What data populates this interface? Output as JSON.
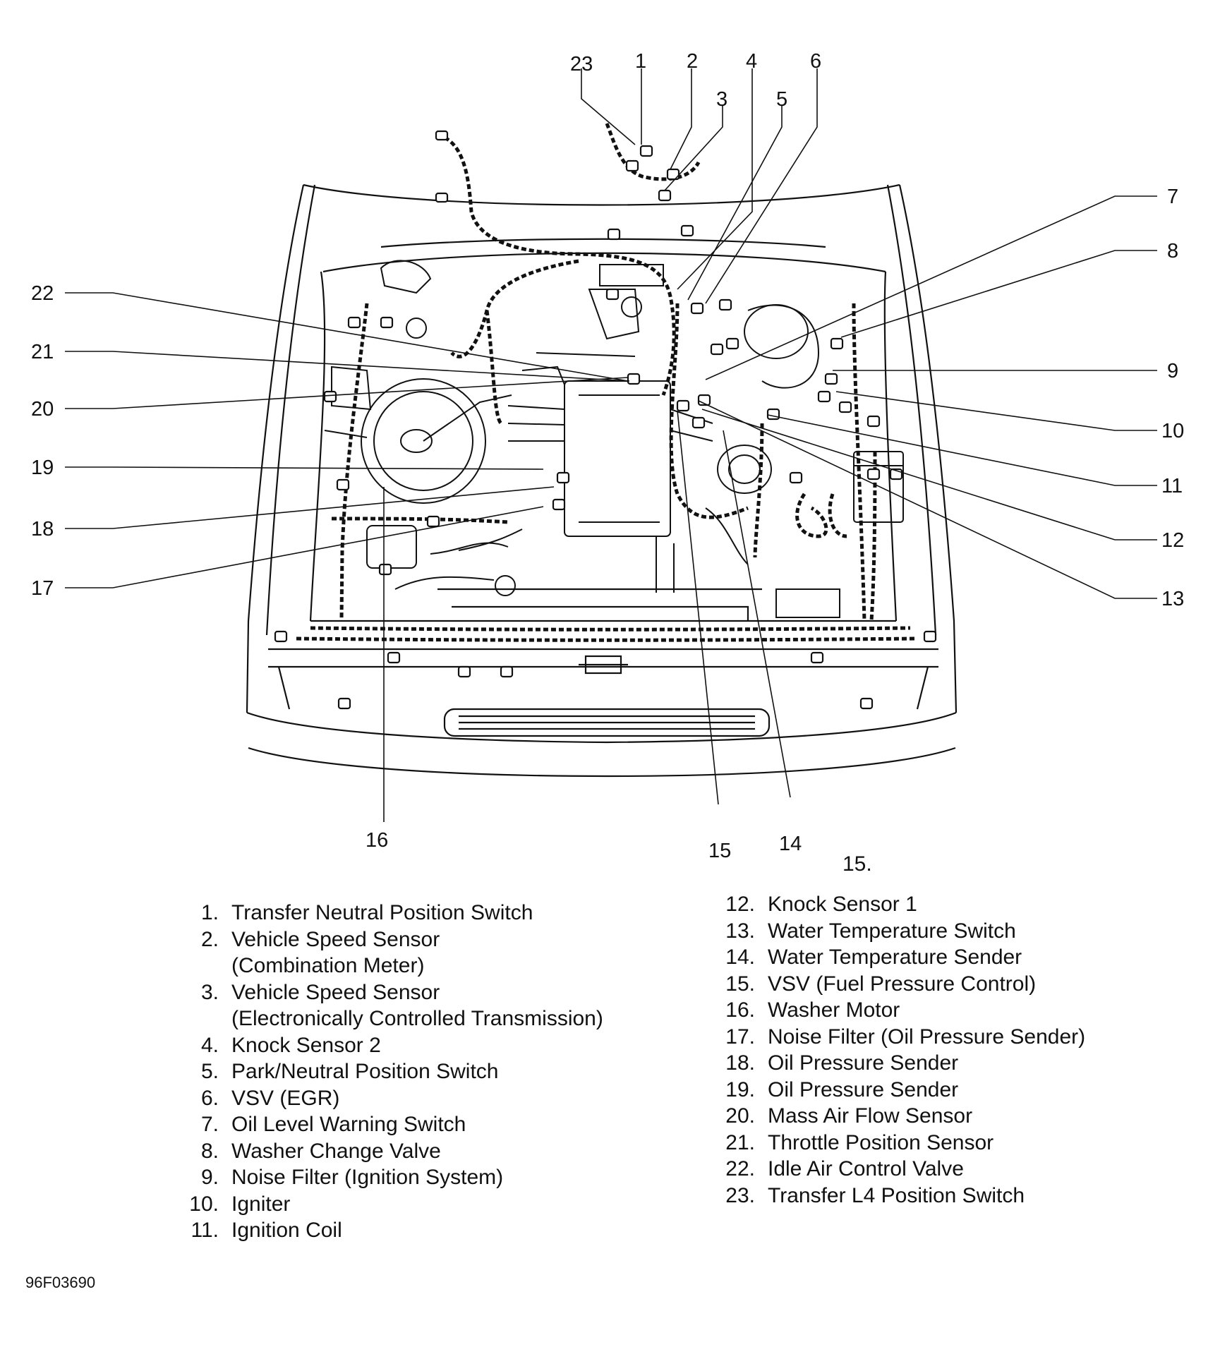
{
  "callouts": [
    "1",
    "2",
    "3",
    "4",
    "5",
    "6",
    "7",
    "8",
    "9",
    "10",
    "11",
    "12",
    "13",
    "14",
    "15",
    "16",
    "17",
    "18",
    "19",
    "20",
    "21",
    "22",
    "23"
  ],
  "stray_note": "15.",
  "legend_left": [
    {
      "num": "1.",
      "text": "Transfer Neutral Position Switch"
    },
    {
      "num": "2.",
      "text": "Vehicle Speed Sensor",
      "sub": "(Combination Meter)"
    },
    {
      "num": "3.",
      "text": "Vehicle Speed Sensor",
      "sub": "(Electronically Controlled Transmission)"
    },
    {
      "num": "4.",
      "text": "Knock Sensor 2"
    },
    {
      "num": "5.",
      "text": "Park/Neutral Position Switch"
    },
    {
      "num": "6.",
      "text": "VSV (EGR)"
    },
    {
      "num": "7.",
      "text": "Oil Level Warning Switch"
    },
    {
      "num": "8.",
      "text": "Washer Change Valve"
    },
    {
      "num": "9.",
      "text": "Noise Filter (Ignition System)"
    },
    {
      "num": "10.",
      "text": "Igniter"
    },
    {
      "num": "11.",
      "text": "Ignition Coil"
    }
  ],
  "legend_right": [
    {
      "num": "12.",
      "text": "Knock Sensor 1"
    },
    {
      "num": "13.",
      "text": "Water Temperature Switch"
    },
    {
      "num": "14.",
      "text": "Water Temperature Sender"
    },
    {
      "num": "15.",
      "text": "VSV (Fuel Pressure Control)"
    },
    {
      "num": "16.",
      "text": "Washer Motor"
    },
    {
      "num": "17.",
      "text": "Noise Filter (Oil Pressure Sender)"
    },
    {
      "num": "18.",
      "text": "Oil Pressure Sender"
    },
    {
      "num": "19.",
      "text": "Oil Pressure Sender"
    },
    {
      "num": "20.",
      "text": "Mass Air Flow Sensor"
    },
    {
      "num": "21.",
      "text": "Throttle Position Sensor"
    },
    {
      "num": "22.",
      "text": "Idle Air Control Valve"
    },
    {
      "num": "23.",
      "text": "Transfer L4 Position Switch"
    }
  ],
  "figure_id": "96F03690",
  "colors": {
    "ink": "#111111",
    "background": "#ffffff"
  }
}
